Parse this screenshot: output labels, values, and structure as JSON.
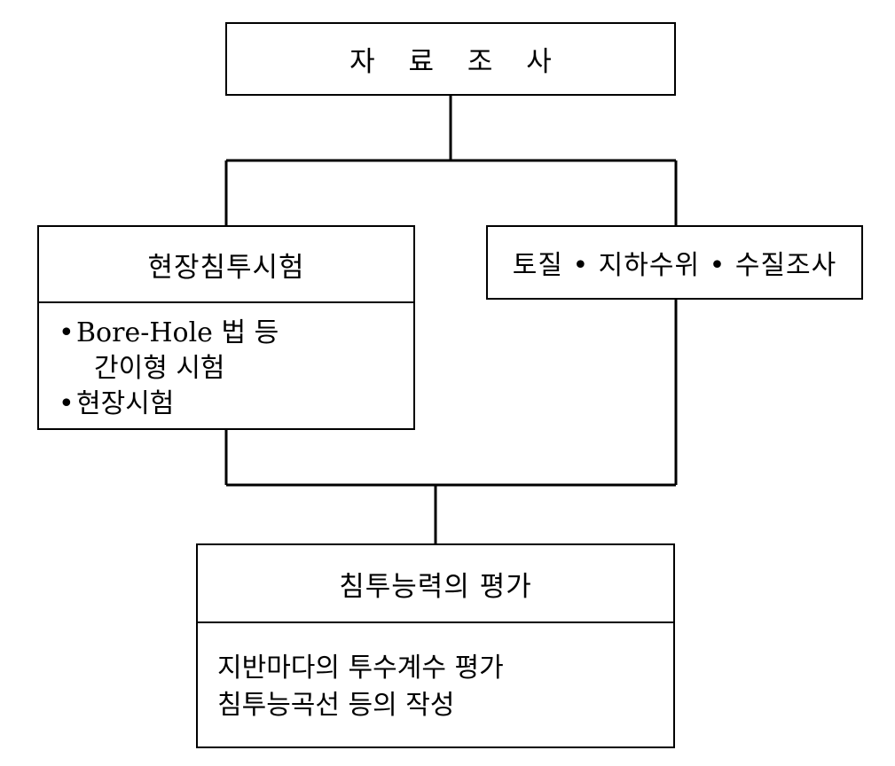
{
  "diagram": {
    "top_box": {
      "title": "자 료 조 사"
    },
    "left_box": {
      "title": "현장침투시험",
      "body": [
        {
          "bullet": "•",
          "text": "Bore-Hole 법 등"
        },
        {
          "bullet": "",
          "text": "간이형 시험"
        },
        {
          "bullet": "•",
          "text": "현장시험"
        }
      ]
    },
    "right_box": {
      "title": "토질 • 지하수위 • 수질조사"
    },
    "bottom_box": {
      "title": "침투능력의 평가",
      "body": [
        "지반마다의 투수계수 평가",
        "침투능곡선 등의 작성"
      ]
    },
    "line_color": "#000000"
  }
}
